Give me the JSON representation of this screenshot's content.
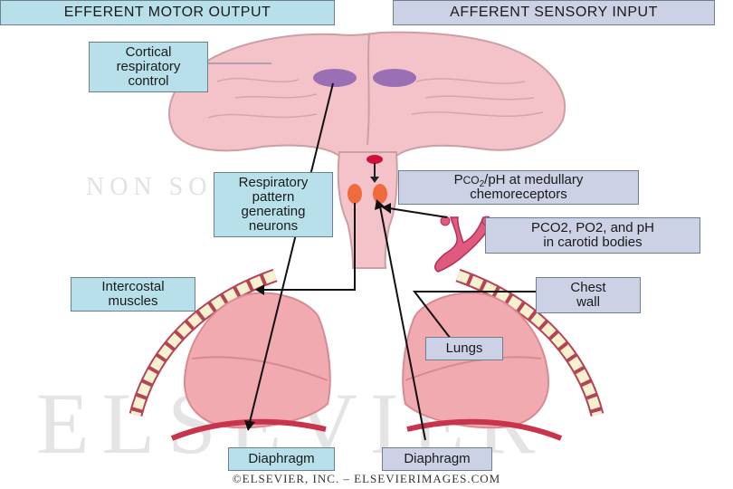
{
  "header": {
    "efferent": "EFFERENT MOTOR OUTPUT",
    "afferent": "AFFERENT SENSORY INPUT"
  },
  "labels": {
    "cortical": "Cortical\nrespiratory\ncontrol",
    "respiratory_pattern": "Respiratory\npattern\ngenerating\nneurons",
    "medullary_pre": "P",
    "medullary_co2": "CO",
    "medullary_sub": "2",
    "medullary_post": "/pH at medullary",
    "medullary_line2": "chemoreceptors",
    "carotid_line1": "PCO2, PO2, and pH",
    "carotid_line2": "in carotid bodies",
    "intercostal": "Intercostal\nmuscles",
    "chest_wall": "Chest\nwall",
    "lungs": "Lungs",
    "diaphragm_left": "Diaphragm",
    "diaphragm_right": "Diaphragm"
  },
  "watermark": {
    "publisher": "ELSEVIER",
    "motto": "NON SOLUS"
  },
  "copyright": "©ELSEVIER, INC. – ELSEVIERIMAGES.COM",
  "colors": {
    "brain": "#f4c3c9",
    "brain_outline": "#caa0a4",
    "cortex_node": "#9b6fb4",
    "neuron_node": "#ef6a3c",
    "chemo_node": "#d0103a",
    "lung": "#f1aab0",
    "lung_dark": "#e78f96",
    "rib": "#f7f1cf",
    "rib_band": "#b44455",
    "label_blue": "#b8e0ea",
    "label_lavender": "#cdd1e6"
  }
}
